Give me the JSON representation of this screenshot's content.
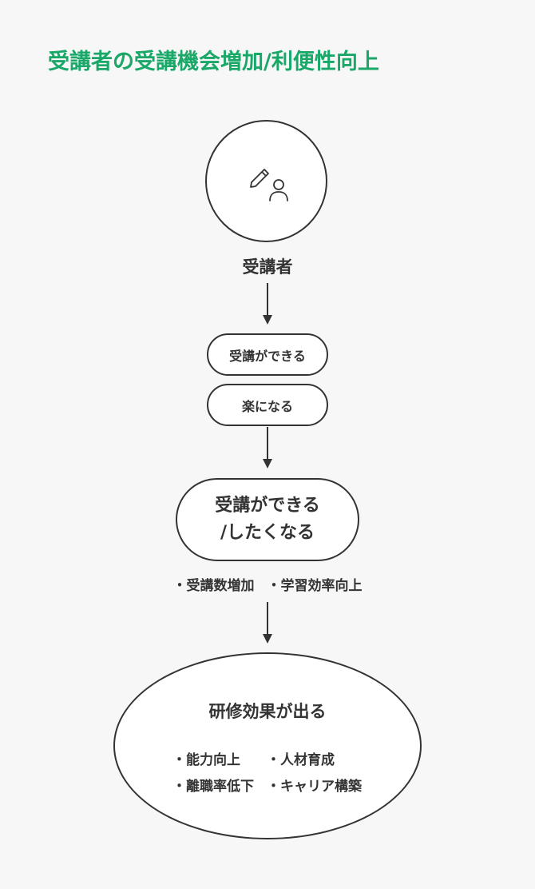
{
  "title": "受講者の受講機会増加/利便性向上",
  "user_label": "受講者",
  "steps": {
    "step1": "受講ができる",
    "step2": "楽になる",
    "big_line1": "受講ができる",
    "big_line2": "/したくなる"
  },
  "mid_bullets": [
    "・受講数増加",
    "・学習効率向上"
  ],
  "result": {
    "title": "研修効果が出る",
    "items": [
      "・能力向上",
      "・人材育成",
      "・離職率低下",
      "・キャリア構築"
    ]
  },
  "colors": {
    "title": "#1aa869",
    "stroke": "#333333",
    "background": "#f7f7f7"
  },
  "icons": {
    "user": "pencil-person-icon",
    "arrow": "arrow-down-icon"
  }
}
